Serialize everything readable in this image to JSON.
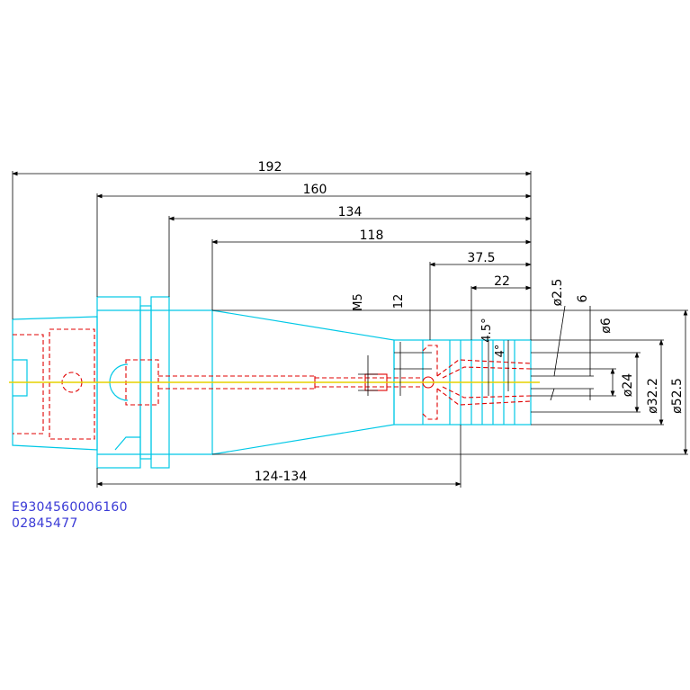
{
  "dimensions": {
    "overall_192": "192",
    "d_160": "160",
    "d_134": "134",
    "d_118": "118",
    "d_37_5": "37.5",
    "d_22": "22",
    "thread_m5": "M5",
    "d_12": "12",
    "d_6": "6",
    "angle_4_5": "4.5°",
    "angle_4": "4°",
    "dia_2_5": "ø2.5",
    "dia_6": "ø6",
    "dia_24": "ø24",
    "dia_32_2": "ø32.2",
    "dia_52_5": "ø52.5",
    "range_124_134": "124-134"
  },
  "codes": {
    "part_code": "E9304560006160",
    "order_code": "02845477"
  },
  "colors": {
    "body_outline": "#00c8e6",
    "hidden_lines": "#e00000",
    "center_line": "#e6d200",
    "dimension_lines": "#000000",
    "code_text": "#3a3ad6"
  }
}
